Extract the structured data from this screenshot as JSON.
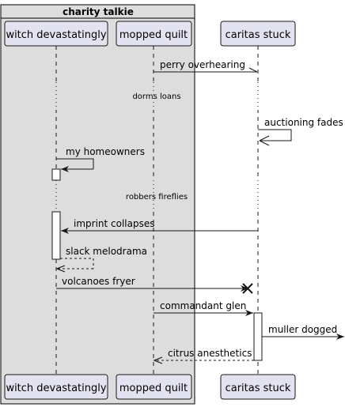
{
  "group": {
    "title": "charity talkie"
  },
  "participants": [
    {
      "id": "witch",
      "name": "witch devastatingly"
    },
    {
      "id": "quilt",
      "name": "mopped quilt"
    },
    {
      "id": "caritas",
      "name": "caritas stuck"
    }
  ],
  "messages": [
    {
      "id": "m1",
      "from": "quilt",
      "to": "caritas",
      "label": "perry overhearing",
      "style": "solid",
      "head": "half"
    },
    {
      "id": "d1",
      "type": "delay",
      "label": "dorms loans"
    },
    {
      "id": "m2",
      "from": "caritas",
      "to": "caritas",
      "label": "auctioning fades",
      "style": "solid",
      "head": "half"
    },
    {
      "id": "m3",
      "from": "witch",
      "to": "witch",
      "label": "my homeowners",
      "style": "solid",
      "head": "full"
    },
    {
      "id": "d2",
      "type": "delay",
      "label": "robbers fireflies"
    },
    {
      "id": "m4",
      "from": "caritas",
      "to": "witch",
      "label": "imprint collapses",
      "style": "solid",
      "head": "full"
    },
    {
      "id": "m5",
      "from": "witch",
      "to": "witch",
      "label": "slack melodrama",
      "style": "dashed",
      "head": "open"
    },
    {
      "id": "m6",
      "from": "witch",
      "to": "caritas",
      "label": "volcanoes fryer",
      "style": "solid",
      "head": "destroy"
    },
    {
      "id": "m7",
      "from": "quilt",
      "to": "caritas",
      "label": "commandant glen",
      "style": "solid",
      "head": "full"
    },
    {
      "id": "m8",
      "from": "caritas",
      "to": "outside",
      "label": "muller dogged",
      "style": "solid",
      "head": "full"
    },
    {
      "id": "m9",
      "from": "caritas",
      "to": "quilt",
      "label": "citrus anesthetics",
      "style": "dashed",
      "head": "open"
    }
  ],
  "colors": {
    "group_fill": "#dddddd",
    "participant_fill": "#e2e2f0",
    "participant_stroke": "#181818",
    "line": "#181818"
  }
}
